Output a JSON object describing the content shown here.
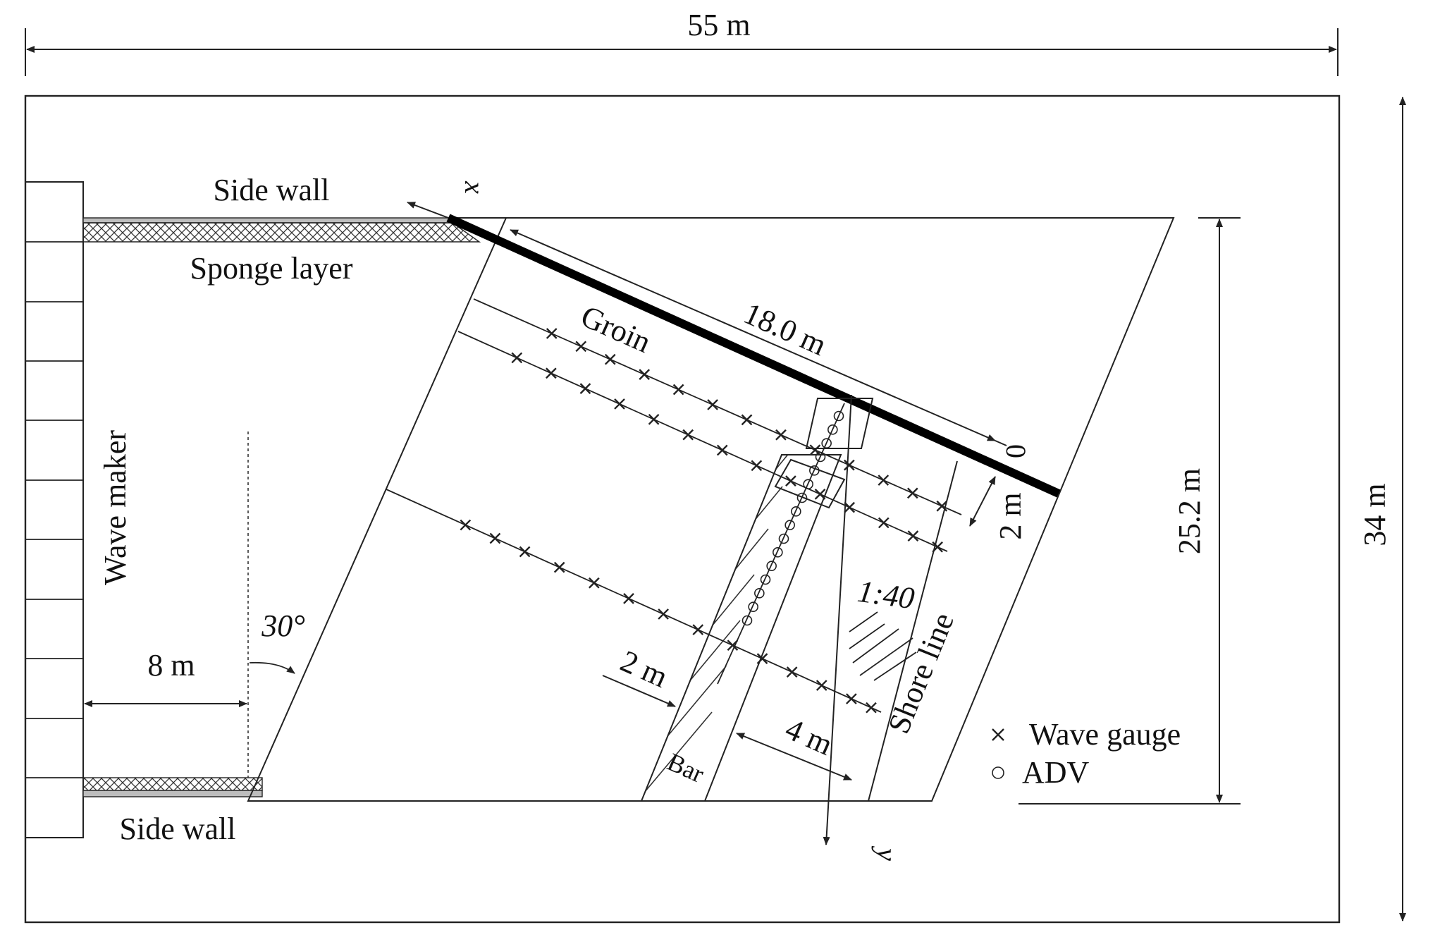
{
  "labels": {
    "length_total": "55 m",
    "width_total": "34 m",
    "width_basin": "25.2 m",
    "side_wall_top": "Side wall",
    "side_wall_bottom": "Side wall",
    "sponge_layer": "Sponge layer",
    "wave_maker": "Wave maker",
    "groin": "Groin",
    "groin_length": "18.0 m",
    "axis_x": "x",
    "axis_y": "y",
    "origin": "0",
    "offset_2m_origin": "2 m",
    "slope": "1:40",
    "shore_line": "Shore line",
    "angle": "30°",
    "dist_8m": "8 m",
    "bar_width": "2 m",
    "bar": "Bar",
    "dist_4m": "4 m"
  },
  "legend": {
    "wave_gauge": "Wave gauge",
    "adv": "ADV"
  },
  "icons": {
    "wave_gauge_marker": "cross-icon",
    "adv_marker": "circle-icon"
  }
}
